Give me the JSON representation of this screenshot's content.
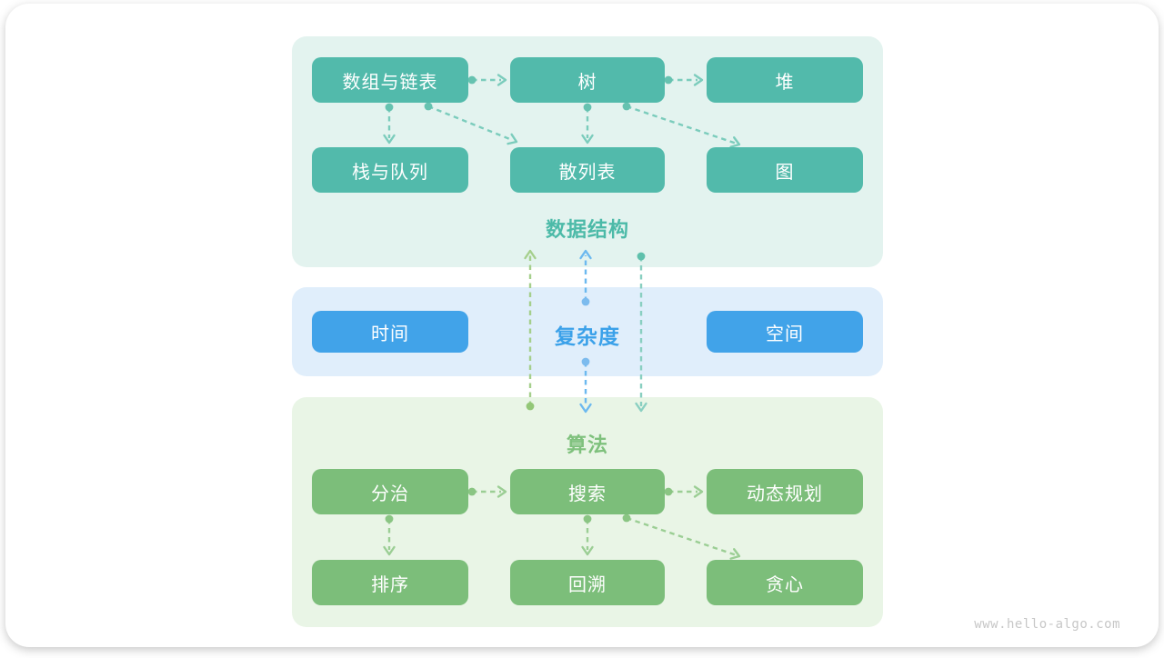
{
  "footer": {
    "url_text": "www.hello-algo.com"
  },
  "sections": [
    {
      "id": "data-structures",
      "title": "数据结构",
      "bg_color": "#e3f3ef",
      "box_color": "#52baab",
      "title_color": "#4cbaa8",
      "boxes": [
        {
          "id": "arrays-linked-lists",
          "label": "数组与链表"
        },
        {
          "id": "tree",
          "label": "树"
        },
        {
          "id": "heap",
          "label": "堆"
        },
        {
          "id": "stack-queue",
          "label": "栈与队列"
        },
        {
          "id": "hash-table",
          "label": "散列表"
        },
        {
          "id": "graph",
          "label": "图"
        }
      ]
    },
    {
      "id": "complexity",
      "title": "复杂度",
      "bg_color": "#e0eefb",
      "box_color": "#41a3e9",
      "title_color": "#3ba1e9",
      "boxes": [
        {
          "id": "time",
          "label": "时间"
        },
        {
          "id": "space",
          "label": "空间"
        }
      ]
    },
    {
      "id": "algorithms",
      "title": "算法",
      "bg_color": "#e9f5e6",
      "box_color": "#7cbe7a",
      "title_color": "#7fc17d",
      "boxes": [
        {
          "id": "divide-conquer",
          "label": "分治"
        },
        {
          "id": "search",
          "label": "搜索"
        },
        {
          "id": "dynamic-programming",
          "label": "动态规划"
        },
        {
          "id": "sorting",
          "label": "排序"
        },
        {
          "id": "backtracking",
          "label": "回溯"
        },
        {
          "id": "greedy",
          "label": "贪心"
        }
      ]
    }
  ],
  "arrows": [
    {
      "name": "arrays-to-tree",
      "stroke": "#7bccbc",
      "dot": "#66c2b0"
    },
    {
      "name": "tree-to-heap",
      "stroke": "#7bccbc",
      "dot": "#66c2b0"
    },
    {
      "name": "arrays-to-stack-queue",
      "stroke": "#7bccbc",
      "dot": "#66c2b0"
    },
    {
      "name": "tree-to-hash-table",
      "stroke": "#7bccbc",
      "dot": "#66c2b0"
    },
    {
      "name": "arrays-to-hash-table",
      "stroke": "#7bccbc",
      "dot": "#66c2b0"
    },
    {
      "name": "tree-to-graph",
      "stroke": "#7bccbc",
      "dot": "#66c2b0"
    },
    {
      "name": "divide-to-search",
      "stroke": "#9bce94",
      "dot": "#8ac583"
    },
    {
      "name": "search-to-dynamic-programming",
      "stroke": "#9bce94",
      "dot": "#8ac583"
    },
    {
      "name": "divide-to-sorting",
      "stroke": "#9bce94",
      "dot": "#8ac583"
    },
    {
      "name": "search-to-backtracking",
      "stroke": "#9bce94",
      "dot": "#8ac583"
    },
    {
      "name": "search-to-greedy",
      "stroke": "#9bce94",
      "dot": "#8ac583"
    },
    {
      "name": "algorithms-to-data-structures",
      "stroke": "#a5cf8c",
      "dot": "#93c777"
    },
    {
      "name": "complexity-to-data-structures",
      "stroke": "#6cb9ef",
      "dot": "#7cbbee"
    },
    {
      "name": "complexity-to-algorithms",
      "stroke": "#6cb9ef",
      "dot": "#7cbbee"
    },
    {
      "name": "data-structures-to-algorithms",
      "stroke": "#89cfc1",
      "dot": "#5fc0ac"
    }
  ]
}
